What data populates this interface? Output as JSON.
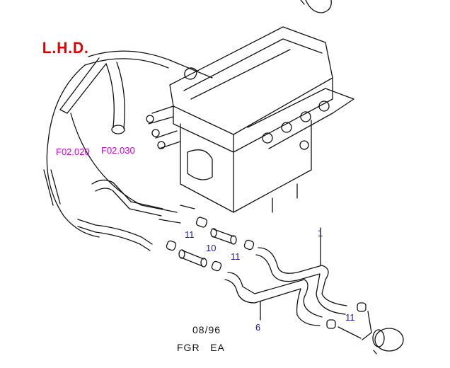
{
  "diagram": {
    "variant_label": "L.H.D.",
    "references": [
      {
        "label": "F02.020"
      },
      {
        "label": "F02.030"
      }
    ],
    "callouts": [
      {
        "label": "1"
      },
      {
        "label": "11"
      },
      {
        "label": "10"
      },
      {
        "label": "11"
      },
      {
        "label": "6"
      },
      {
        "label": "11"
      }
    ],
    "date_code": "08/96",
    "model_code": "FGR   EA",
    "colors": {
      "variant": "#e00000",
      "reference": "#cc00cc",
      "callout": "#1a1aa0",
      "line": "#111111"
    }
  }
}
